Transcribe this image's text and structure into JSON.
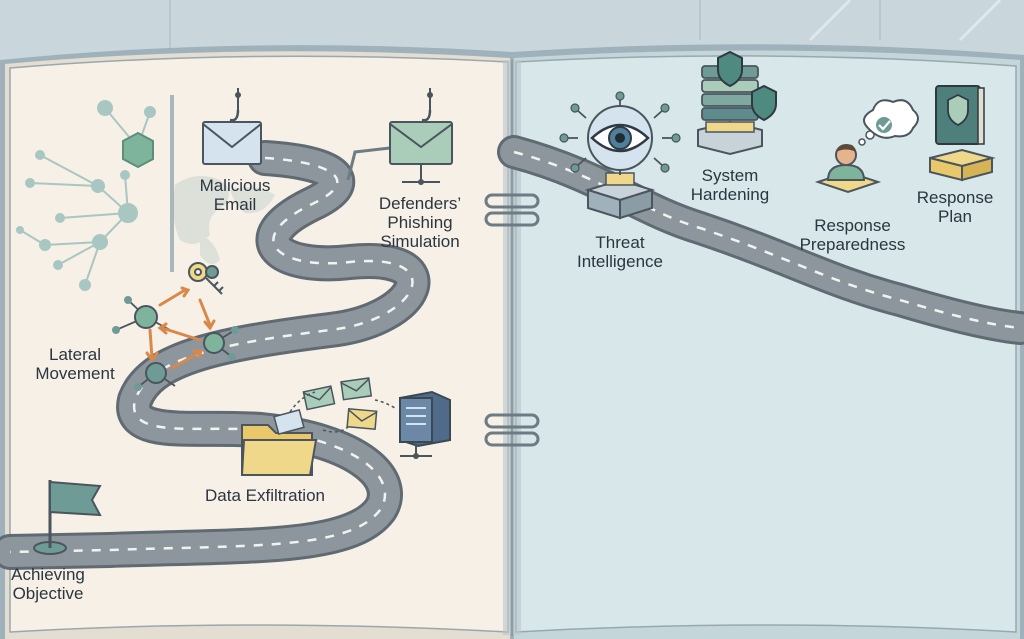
{
  "labels": {
    "malicious_email": [
      "Malicious",
      "Email"
    ],
    "phishing_simulation": [
      "Defenders’",
      "Phishing",
      "Simulation"
    ],
    "lateral_movement": [
      "Lateral",
      "Movement"
    ],
    "data_exfiltration": [
      "Data Exfiltration"
    ],
    "achieving_objective": [
      "Achieving",
      "Objective"
    ],
    "threat_intelligence": [
      "Threat",
      "Intelligence"
    ],
    "system_hardening": [
      "System",
      "Hardening"
    ],
    "response_preparedness": [
      "Response",
      "Preparedness"
    ],
    "response_plan": [
      "Response",
      "Plan"
    ]
  },
  "colors": {
    "background": "#c9d7dd",
    "left_page": "#f6f0e6",
    "right_page": "#d8e7ea",
    "road": "#8d969d",
    "road_edge": "#5f6a73",
    "accent_teal": "#6f9b96",
    "accent_yellow": "#f0d88a",
    "arrow_orange": "#d9884a",
    "envelope": "#d4e3ee",
    "server": "#6b88a6"
  },
  "icons": {
    "network": "network-nodes-icon",
    "hook_envelope": "phishing-hook-envelope-icon",
    "key": "key-icon",
    "folder": "folder-icon",
    "server": "server-icon",
    "flag": "flag-icon",
    "eye": "eye-icon",
    "stack": "layered-stack-shield-icon",
    "person": "person-thinking-icon",
    "book": "shield-book-icon"
  }
}
